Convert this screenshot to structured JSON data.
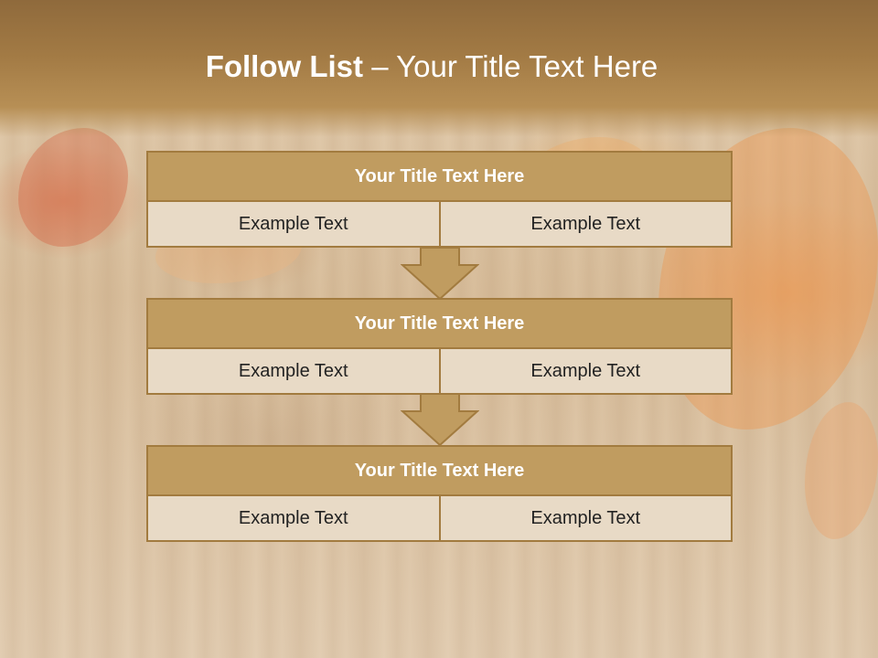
{
  "slide": {
    "title_bold": "Follow List",
    "title_rest": " – Your Title Text Here",
    "blocks": [
      {
        "title": "Your Title Text Here",
        "left": "Example Text",
        "right": "Example Text"
      },
      {
        "title": "Your Title Text Here",
        "left": "Example Text",
        "right": "Example Text"
      },
      {
        "title": "Your Title Text Here",
        "left": "Example Text",
        "right": "Example Text"
      }
    ]
  },
  "colors": {
    "header_band": "#a27a44",
    "block_title_fill": "#c09c60",
    "block_border": "#a27b3f",
    "cell_fill": "#e8dac6",
    "arrow_fill": "#c09c60"
  },
  "icons": [
    "down-arrow-icon",
    "down-arrow-icon"
  ]
}
